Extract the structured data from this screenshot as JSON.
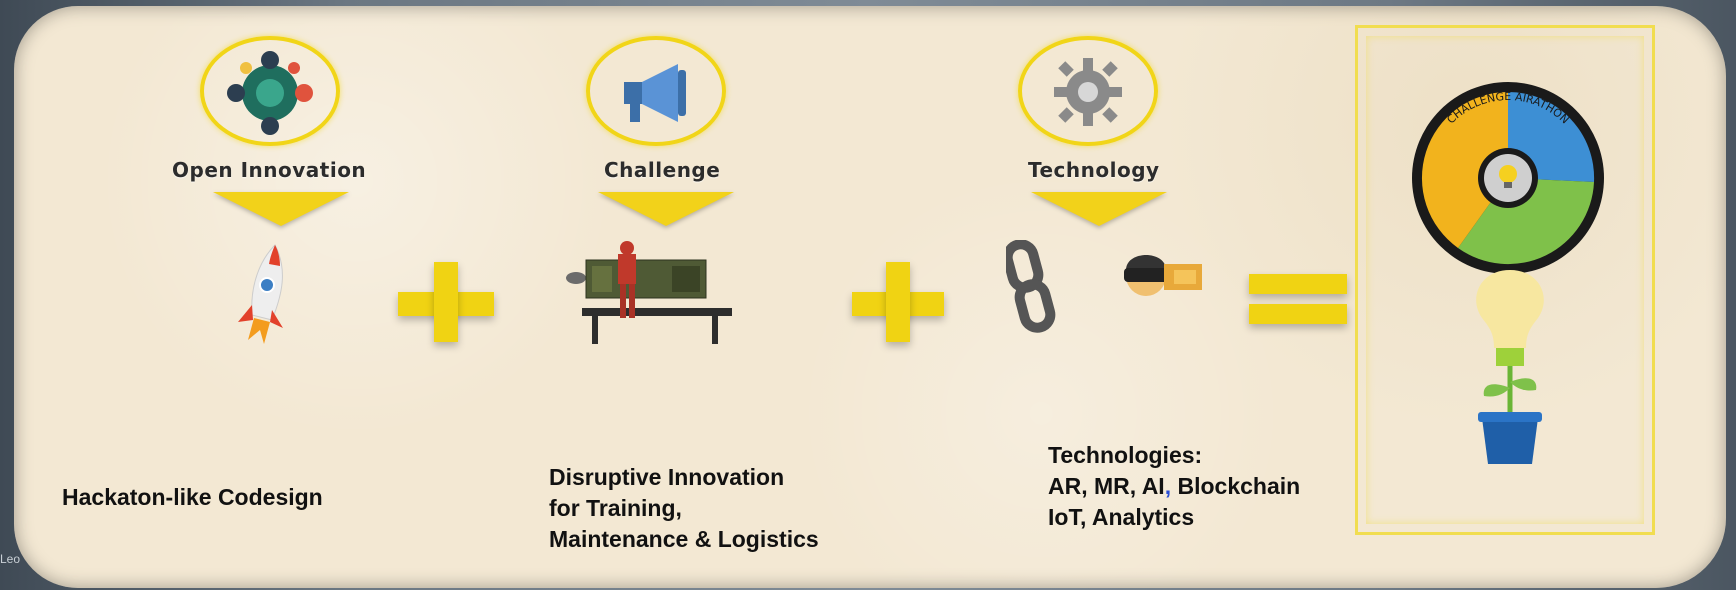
{
  "stages": [
    {
      "label": "Open Innovation",
      "icon": "roundtable-icon",
      "image": "rocket-icon"
    },
    {
      "label": "Challenge",
      "icon": "megaphone-icon",
      "image": "engine-mechanic-icon"
    },
    {
      "label": "Technology",
      "icon": "gear-icon",
      "image": "blockchain-vr-icon"
    }
  ],
  "descriptions": {
    "open_innovation": {
      "line1": "Hackaton-like Codesign"
    },
    "challenge": {
      "line1": "Disruptive Innovation",
      "line2": "for Training,",
      "line3": "Maintenance & Logistics"
    },
    "technology": {
      "line1": "Technologies:",
      "line2a": "AR, MR, AI",
      "line2_comma": ",",
      "line2b": " Blockchain",
      "line3": "IoT, Analytics"
    }
  },
  "result": {
    "title": "CHALLENGE AIRATHON",
    "icon": "lightbulb-plant-icon"
  },
  "footer_text": "Leo",
  "colors": {
    "accent_yellow": "#f2d21a",
    "panel_bg": "#f3e8d3",
    "ring_yellow": "#f1d518"
  }
}
